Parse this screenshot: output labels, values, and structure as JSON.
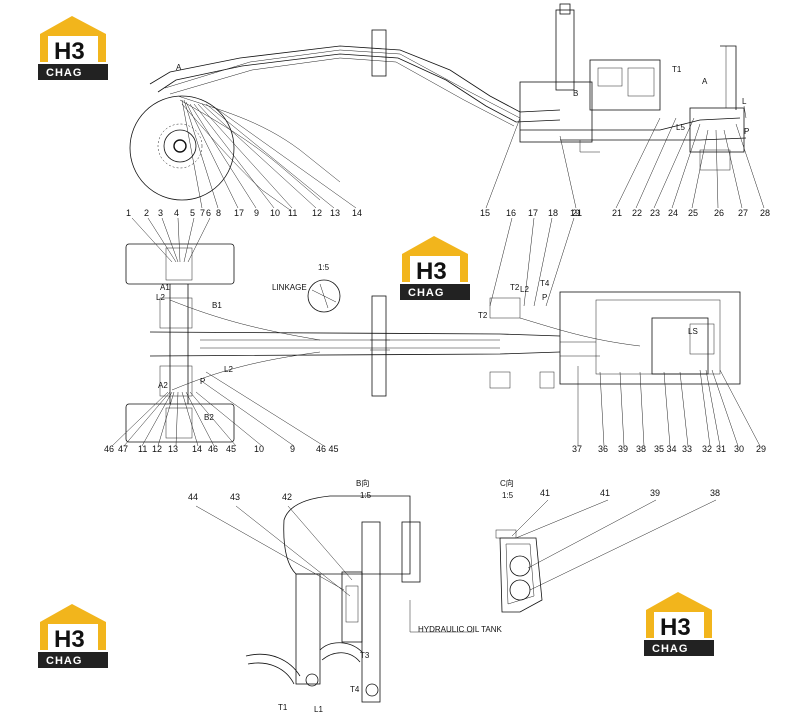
{
  "logo": {
    "mark": "H3",
    "text": "CHAG",
    "gold": "#f2b51c",
    "dark": "#222222"
  },
  "views": {
    "side_callouts": [
      "7",
      "8",
      "17",
      "9",
      "10",
      "11",
      "12",
      "13",
      "14",
      "15",
      "21",
      "21",
      "22",
      "23",
      "24",
      "25",
      "26",
      "27",
      "28"
    ],
    "side_letters": [
      "A",
      "B",
      "A",
      "L",
      "L5",
      "P",
      "T1"
    ],
    "top_callouts_top": [
      "1",
      "2",
      "3",
      "4",
      "5",
      "6",
      "16",
      "17",
      "18",
      "19"
    ],
    "top_callouts_bottom": [
      "46",
      "47",
      "11",
      "12",
      "13",
      "14",
      "46",
      "45",
      "10",
      "9",
      "46 45",
      "37",
      "36",
      "39",
      "38",
      "35 34",
      "33",
      "32",
      "31",
      "30",
      "29"
    ],
    "top_letters": [
      "A1",
      "L2",
      "B1",
      "A2",
      "L2",
      "B2",
      "P",
      "T2",
      "L2",
      "T4",
      "P",
      "T2",
      "LS"
    ],
    "linkage_label": "LINKAGE",
    "linkage_scale": "1:5",
    "view_b_title": "B向",
    "view_b_scale": "1:5",
    "view_b_callouts": [
      "44",
      "43",
      "42"
    ],
    "view_b_letters": [
      "T3",
      "T4",
      "T1",
      "L1"
    ],
    "tank_label": "HYDRAULIC OIL TANK",
    "view_c_title": "C向",
    "view_c_scale": "1:5",
    "view_c_callouts": [
      "41",
      "41",
      "39",
      "38"
    ]
  }
}
